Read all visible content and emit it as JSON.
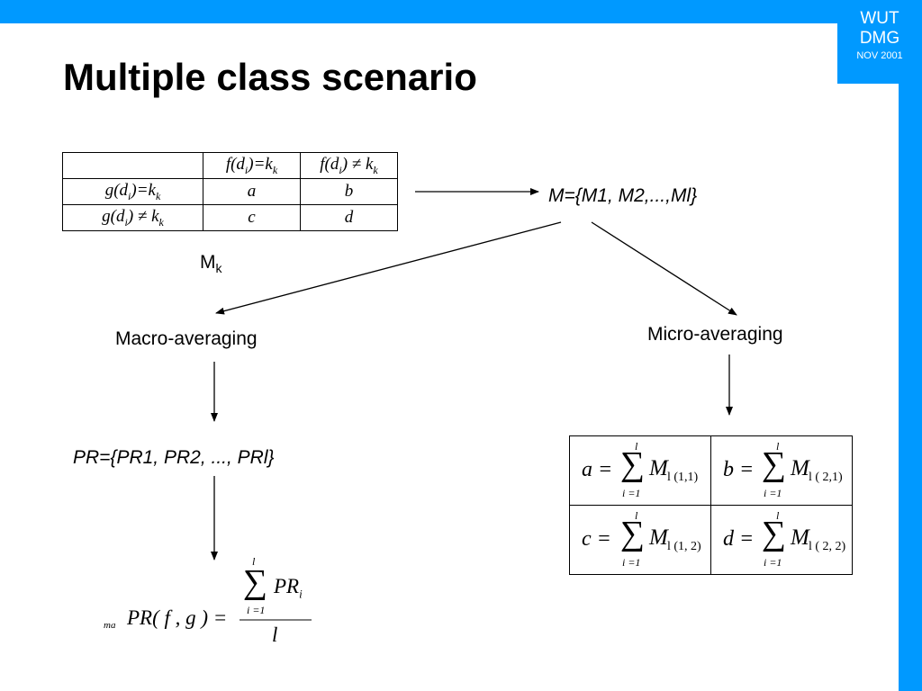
{
  "badge": {
    "line1": "WUT",
    "line2": "DMG",
    "line3": "NOV 2001"
  },
  "title": "Multiple class scenario",
  "table": {
    "header": [
      "",
      "f(d_i)=k_k",
      "f(d_i) ≠ k_k"
    ],
    "header_html": [
      "",
      "f(d<sub>i</sub>)=k<sub>k</sub>",
      "f(d<sub>i</sub>) ≠ k<sub>k</sub>"
    ],
    "rows": [
      {
        "label": "g(d_i)=k_k",
        "cells": [
          "a",
          "b"
        ]
      },
      {
        "label": "g(d_i) ≠ k_k",
        "cells": [
          "c",
          "d"
        ]
      }
    ],
    "caption": "M",
    "caption_sub": "k"
  },
  "m_set": "M={M1, M2,...,Ml}",
  "macro_label": "Macro-averaging",
  "micro_label": "Micro-averaging",
  "pr_set": "PR={PR1, PR2, ..., PRl}",
  "macro_formula": {
    "prefix": "ma",
    "lhs": "PR( f , g ) =",
    "upper": "l",
    "lower": "i =1",
    "summand": "PR",
    "summand_sub": "i",
    "denominator": "l"
  },
  "micro_table": [
    {
      "lhs": "a =",
      "upper": "l",
      "lower": "i =1",
      "m": "M",
      "sub": "l (1,1)"
    },
    {
      "lhs": "b =",
      "upper": "l",
      "lower": "i =1",
      "m": "M",
      "sub": "l ( 2,1)"
    },
    {
      "lhs": "c =",
      "upper": "l",
      "lower": "i =1",
      "m": "M",
      "sub": "l (1, 2)"
    },
    {
      "lhs": "d =",
      "upper": "l",
      "lower": "i =1",
      "m": "M",
      "sub": "l ( 2, 2)"
    }
  ]
}
